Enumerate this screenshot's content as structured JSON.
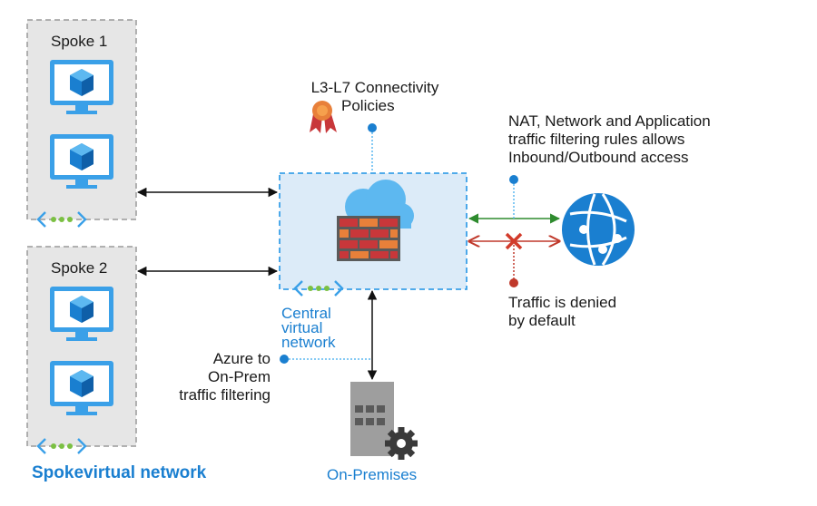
{
  "spokes": [
    {
      "label": "Spoke 1"
    },
    {
      "label": "Spoke 2"
    }
  ],
  "policies_label": [
    "L3-L7 Connectivity",
    "Policies"
  ],
  "nat_rules_label": [
    "NAT, Network and Application",
    "traffic filtering rules allows",
    "Inbound/Outbound access"
  ],
  "denied_label": [
    "Traffic is denied",
    "by default"
  ],
  "central_label": [
    "Central",
    "virtual",
    "network"
  ],
  "azure_onprem_label": [
    "Azure to",
    "On-Prem",
    "traffic filtering"
  ],
  "onprem_label": "On-Premises",
  "spoke_vnet_label": [
    "Spoke",
    "virtual network"
  ],
  "colors": {
    "accent_blue": "#1a7fd0",
    "allow_green": "#2e8b2e",
    "deny_red": "#c0392b",
    "firewall_red": "#c8373a",
    "firewall_orange": "#e8803a",
    "gray_box": "#e6e6e6",
    "central_fill": "#dcebf8"
  },
  "icons": [
    "monitor-vm-icon",
    "firewall-icon",
    "cloud-icon",
    "globe-icon",
    "ribbon-award-icon",
    "server-gear-icon",
    "vnet-ellipsis-icon",
    "deny-x-icon"
  ]
}
